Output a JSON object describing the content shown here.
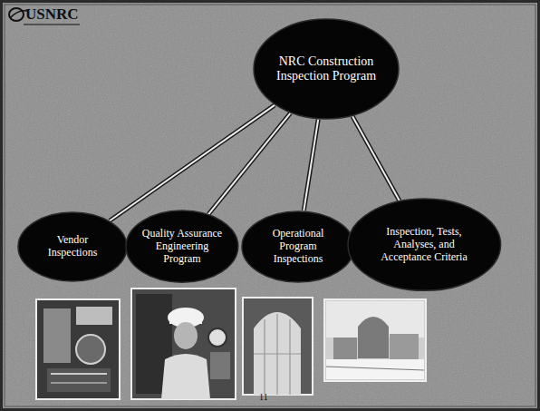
{
  "diagram": {
    "nodes": [
      {
        "text": [
          "NRC Construction Inspection Program"
        ]
      },
      {
        "text": [
          "Vendor Inspections"
        ]
      },
      {
        "text": [
          "Quality Assurance Engineering Program"
        ]
      },
      {
        "text": [
          "Operational Program Inspections"
        ]
      },
      {
        "text": [
          "Inspection, Tests, Analyses, and Acceptance Criteria"
        ]
      }
    ],
    "edges": [
      {
        "from": 0,
        "to": 1,
        "arrow": "none"
      },
      {
        "from": 0,
        "to": 2,
        "arrow": "none"
      },
      {
        "from": 0,
        "to": 3,
        "arrow": "none"
      },
      {
        "from": 0,
        "to": 4,
        "arrow": "none"
      }
    ],
    "labels": [
      "USNRC",
      "11"
    ]
  }
}
